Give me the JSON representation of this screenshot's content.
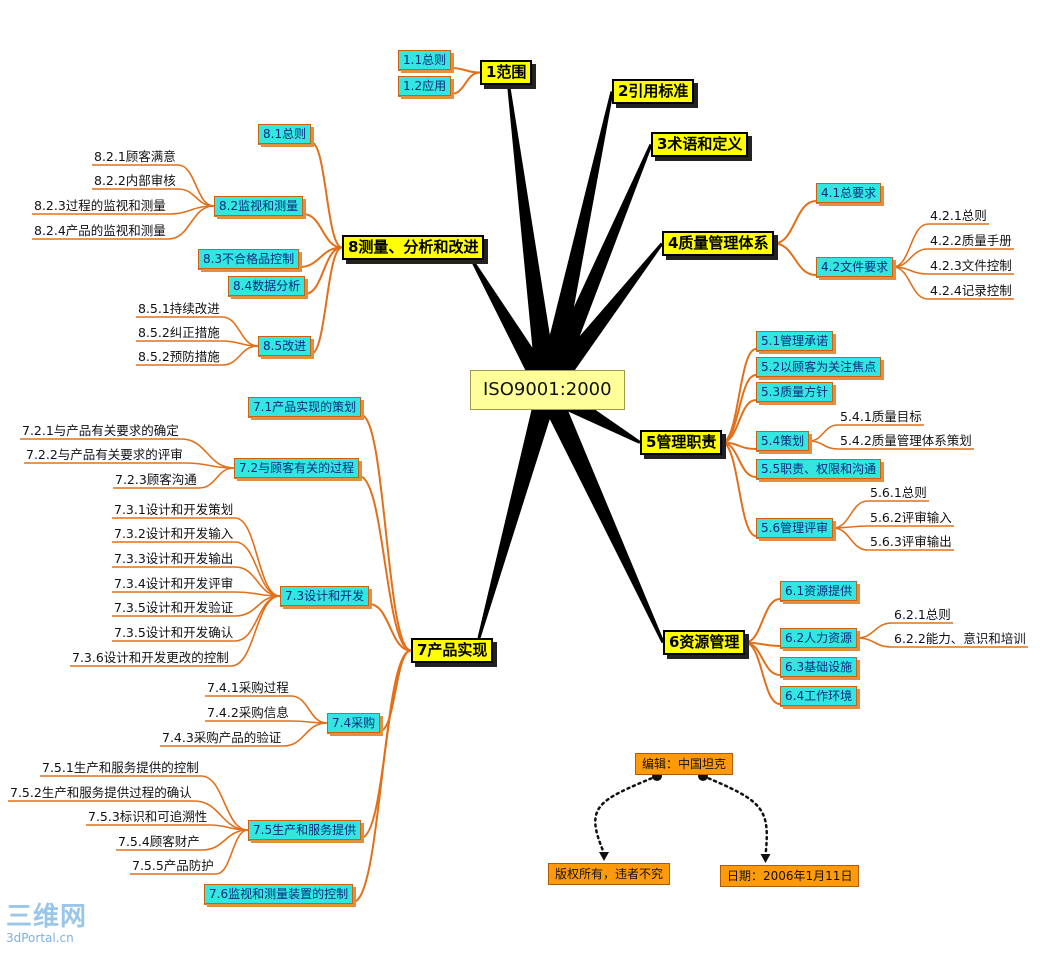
{
  "center": "ISO9001:2000",
  "colors": {
    "trunk": "#000000",
    "branch": "#e2701a",
    "main_fill": "#ffff00",
    "sub_fill": "#33e6e0",
    "note_fill": "#ff9a0a"
  },
  "sections": [
    {
      "id": "s1",
      "label": "1范围",
      "subs": [
        {
          "id": "s1_1",
          "label": "1.1总则"
        },
        {
          "id": "s1_2",
          "label": "1.2应用"
        }
      ]
    },
    {
      "id": "s2",
      "label": "2引用标准",
      "subs": []
    },
    {
      "id": "s3",
      "label": "3术语和定义",
      "subs": []
    },
    {
      "id": "s4",
      "label": "4质量管理体系",
      "subs": [
        {
          "id": "s4_1",
          "label": "4.1总要求"
        },
        {
          "id": "s4_2",
          "label": "4.2文件要求",
          "children": [
            "4.2.1总则",
            "4.2.2质量手册",
            "4.2.3文件控制",
            "4.2.4记录控制"
          ]
        }
      ]
    },
    {
      "id": "s5",
      "label": "5管理职责",
      "subs": [
        {
          "id": "s5_1",
          "label": "5.1管理承诺"
        },
        {
          "id": "s5_2",
          "label": "5.2以顾客为关注焦点"
        },
        {
          "id": "s5_3",
          "label": "5.3质量方针"
        },
        {
          "id": "s5_4",
          "label": "5.4策划",
          "children": [
            "5.4.1质量目标",
            "5.4.2质量管理体系策划"
          ]
        },
        {
          "id": "s5_5",
          "label": "5.5职责、权限和沟通"
        },
        {
          "id": "s5_6",
          "label": "5.6管理评审",
          "children": [
            "5.6.1总则",
            "5.6.2评审输入",
            "5.6.3评审输出"
          ]
        }
      ]
    },
    {
      "id": "s6",
      "label": "6资源管理",
      "subs": [
        {
          "id": "s6_1",
          "label": "6.1资源提供"
        },
        {
          "id": "s6_2",
          "label": "6.2人力资源",
          "children": [
            "6.2.1总则",
            "6.2.2能力、意识和培训"
          ]
        },
        {
          "id": "s6_3",
          "label": "6.3基础设施"
        },
        {
          "id": "s6_4",
          "label": "6.4工作环境"
        }
      ]
    },
    {
      "id": "s7",
      "label": "7产品实现",
      "subs": [
        {
          "id": "s7_1",
          "label": "7.1产品实现的策划"
        },
        {
          "id": "s7_2",
          "label": "7.2与顾客有关的过程",
          "children": [
            "7.2.1与产品有关要求的确定",
            "7.2.2与产品有关要求的评审",
            "7.2.3顾客沟通"
          ]
        },
        {
          "id": "s7_3",
          "label": "7.3设计和开发",
          "children": [
            "7.3.1设计和开发策划",
            "7.3.2设计和开发输入",
            "7.3.3设计和开发输出",
            "7.3.4设计和开发评审",
            "7.3.5设计和开发验证",
            "7.3.5设计和开发确认",
            "7.3.6设计和开发更改的控制"
          ]
        },
        {
          "id": "s7_4",
          "label": "7.4采购",
          "children": [
            "7.4.1采购过程",
            "7.4.2采购信息",
            "7.4.3采购产品的验证"
          ]
        },
        {
          "id": "s7_5",
          "label": "7.5生产和服务提供",
          "children": [
            "7.5.1生产和服务提供的控制",
            "7.5.2生产和服务提供过程的确认",
            "7.5.3标识和可追溯性",
            "7.5.4顾客财产",
            "7.5.5产品防护"
          ]
        },
        {
          "id": "s7_6",
          "label": "7.6监视和测量装置的控制"
        }
      ]
    },
    {
      "id": "s8",
      "label": "8测量、分析和改进",
      "subs": [
        {
          "id": "s8_1",
          "label": "8.1总则"
        },
        {
          "id": "s8_2",
          "label": "8.2监视和测量",
          "children": [
            "8.2.1顾客满意",
            "8.2.2内部审核",
            "8.2.3过程的监视和测量",
            "8.2.4产品的监视和测量"
          ]
        },
        {
          "id": "s8_3",
          "label": "8.3不合格品控制"
        },
        {
          "id": "s8_4",
          "label": "8.4数据分析"
        },
        {
          "id": "s8_5",
          "label": "8.5改进",
          "children": [
            "8.5.1持续改进",
            "8.5.2纠正措施",
            "8.5.2预防措施"
          ]
        }
      ]
    }
  ],
  "notes": {
    "editor": "编辑：中国坦克",
    "copyright": "版权所有，违者不究",
    "date": "日期：2006年1月11日"
  },
  "watermark": {
    "logo": "三维网",
    "url": "3dPortal.cn"
  }
}
